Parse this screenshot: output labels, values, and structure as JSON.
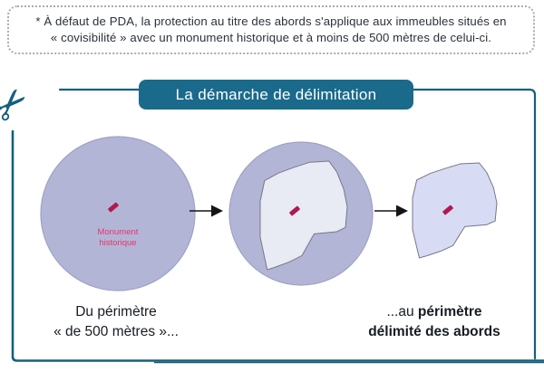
{
  "note": {
    "line1": "* À défaut de PDA, la protection au titre des abords s'applique aux immeubles situés en",
    "line2": "« covisibilité » avec un monument historique et à moins de 500 mètres de celui-ci."
  },
  "diagram": {
    "title": "La démarche de délimitation",
    "monument_label": {
      "line1": "Monument",
      "line2": "historique"
    },
    "captions": {
      "left_line1": "Du périmètre",
      "left_line2": "« de 500 mètres »...",
      "right_prefix": "...au ",
      "right_bold_line1": "périmètre",
      "right_bold_line2": "délimité des abords"
    }
  },
  "icons": {
    "scissors": "✂",
    "arrow": "→"
  },
  "colors": {
    "accent_teal": "#1a6a8c",
    "border_teal": "#16607f",
    "circle_fill": "#b3b5d6",
    "circle_stroke": "#9fa2c6",
    "perimeter_polygon_fill": "#e8eaf4",
    "final_polygon_fill": "#d8dbf4",
    "polygon_stroke": "#77778a",
    "monument_pink": "#e8336f",
    "monument_marker": "#b01950",
    "arrow_black": "#151515",
    "text_dark": "#2a323c"
  }
}
